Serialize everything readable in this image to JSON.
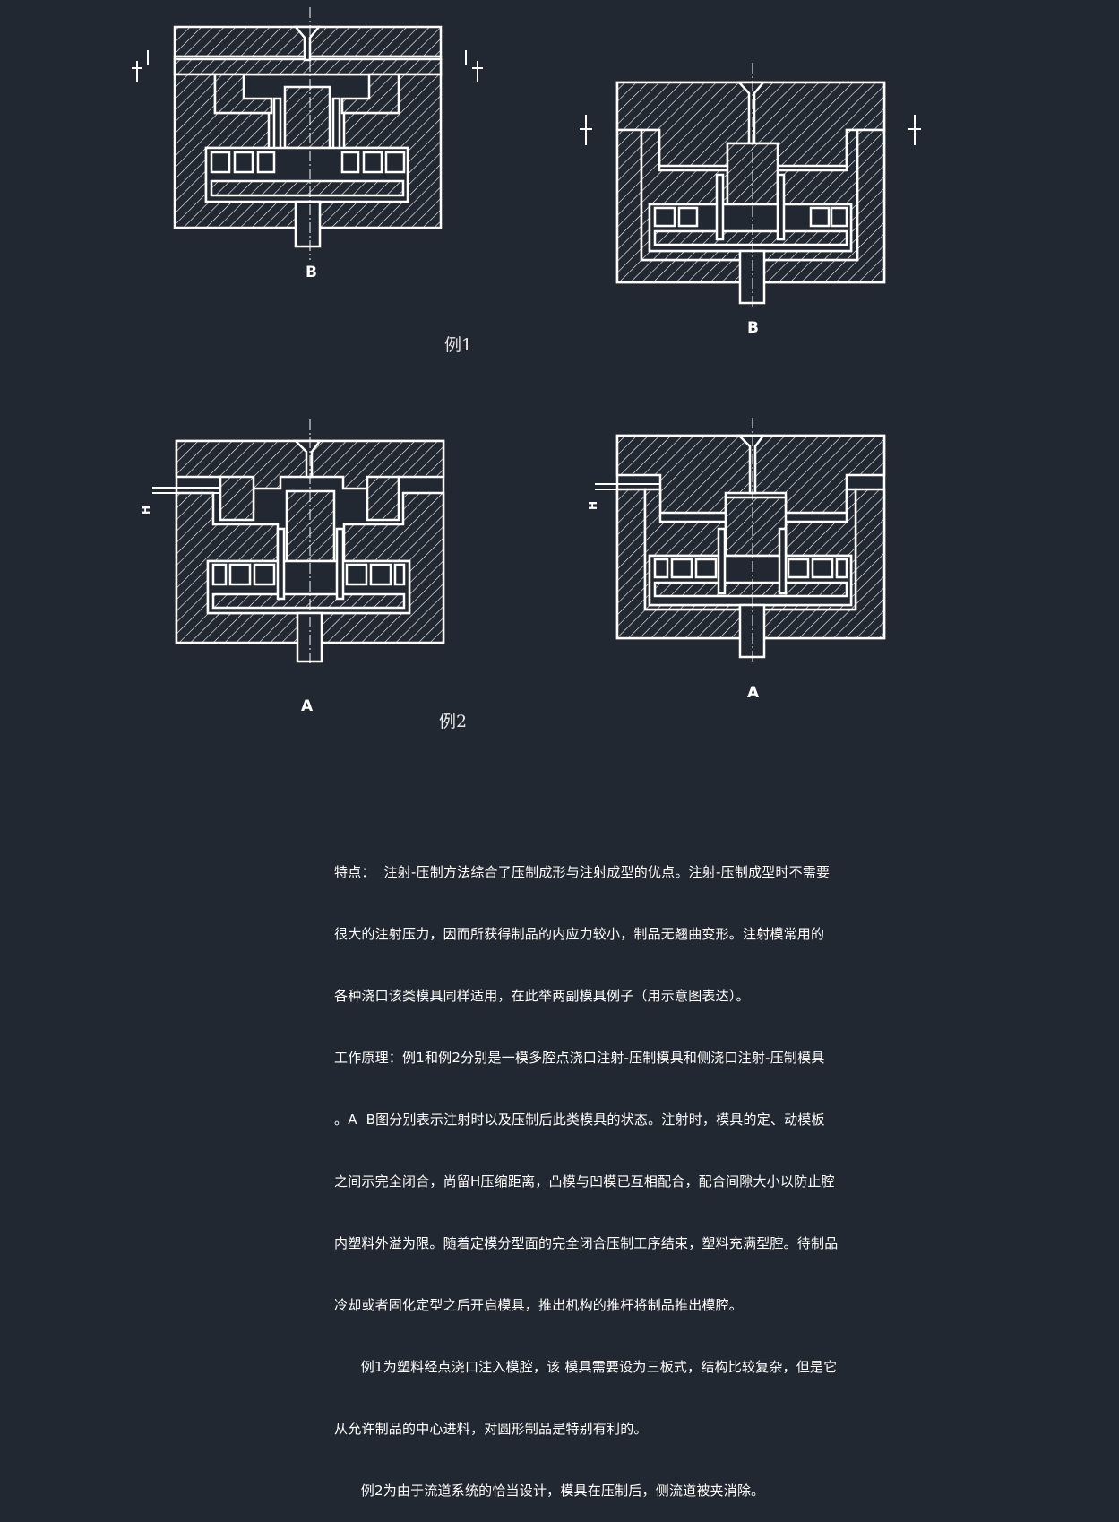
{
  "colors": {
    "background": "#222831",
    "line": "#ffffff"
  },
  "captions": {
    "example1": "例1",
    "example2": "例2"
  },
  "drawing_labels": {
    "top_left": "B",
    "top_right": "B",
    "bottom_left": "A",
    "bottom_right": "A",
    "gap_mark_left": "H",
    "gap_mark_right": "H"
  },
  "description": {
    "lines": [
      "特点：  注射-压制方法综合了压制成形与注射成型的优点。注射-压制成型时不需要",
      "很大的注射压力，因而所获得制品的内应力较小，制品无翘曲变形。注射模常用的",
      "各种浇口该类模具同样适用，在此举两副模具例子（用示意图表达）。",
      "工作原理：例1和例2分别是一模多腔点浇口注射-压制模具和侧浇口注射-压制模具",
      "。A  B图分别表示注射时以及压制后此类模具的状态。注射时，模具的定、动模板",
      "之间示完全闭合，尚留H压缩距离，凸模与凹模已互相配合，配合间隙大小以防止腔",
      "内塑料外溢为限。随着定模分型面的完全闭合压制工序结束，塑料充满型腔。待制品",
      "冷却或者固化定型之后开启模具，推出机构的推杆将制品推出模腔。",
      "      例1为塑料经点浇口注入模腔，该 模具需要设为三板式，结构比较复杂，但是它",
      "从允许制品的中心进料，对圆形制品是特别有利的。",
      "      例2为由于流道系统的恰当设计，模具在压制后，侧流道被夹消除。"
    ]
  }
}
